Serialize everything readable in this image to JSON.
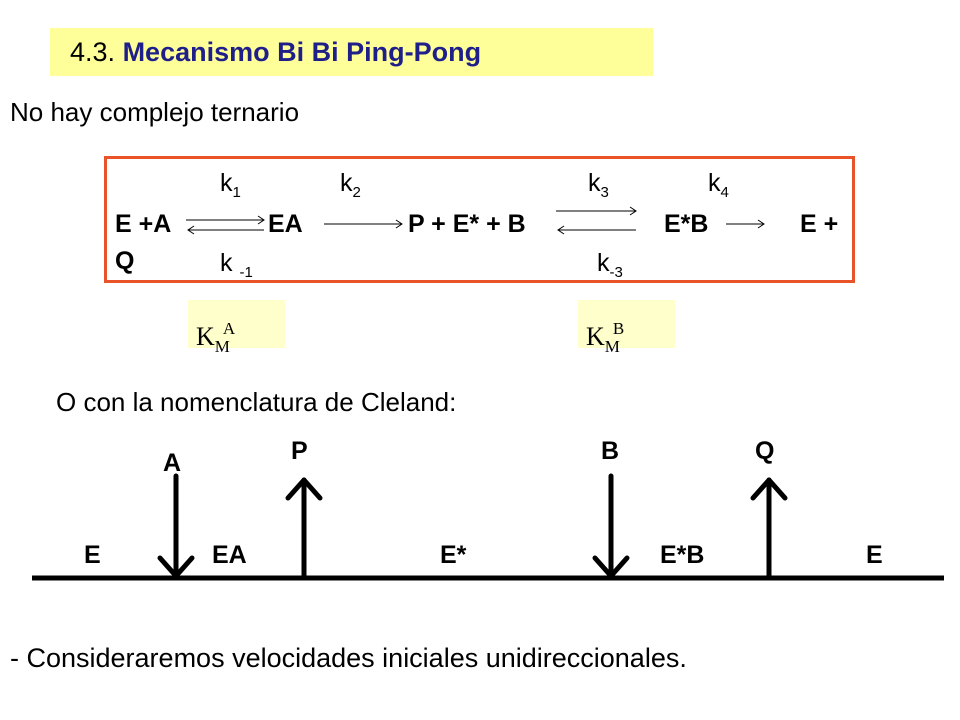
{
  "title": {
    "number": "4.3.",
    "text": "Mecanismo Bi Bi Ping-Pong"
  },
  "subtitle": "No hay complejo ternario",
  "scheme": {
    "rate_constants_top": {
      "k1": "1",
      "k2": "2",
      "k3": "3",
      "k4": "4"
    },
    "rate_constants_bottom": {
      "km1": "-1",
      "km3": "-3"
    },
    "k_symbol": "k",
    "line1": {
      "E_plus_A": "E +A",
      "EA": "EA",
      "P_E_B": "P + E* + B",
      "E_B": "E*B",
      "E_plus": "E +"
    },
    "line2_Q": "Q"
  },
  "km": {
    "A": {
      "K": "K",
      "M": "M",
      "sup": "A"
    },
    "B": {
      "K": "K",
      "M": "M",
      "sup": "B"
    }
  },
  "cleland_intro": "O con la nomenclatura de Cleland:",
  "cleland": {
    "substrates_products": [
      "A",
      "P",
      "B",
      "Q"
    ],
    "species": [
      "E",
      "EA",
      "E*",
      "E*B",
      "E"
    ]
  },
  "footer": "- Consideraremos velocidades iniciales unidireccionales.",
  "colors": {
    "title_bg": "#ffff99",
    "title_text": "#1f1f8a",
    "box_border": "#e8532a",
    "km_bg": "#ffffcc"
  }
}
